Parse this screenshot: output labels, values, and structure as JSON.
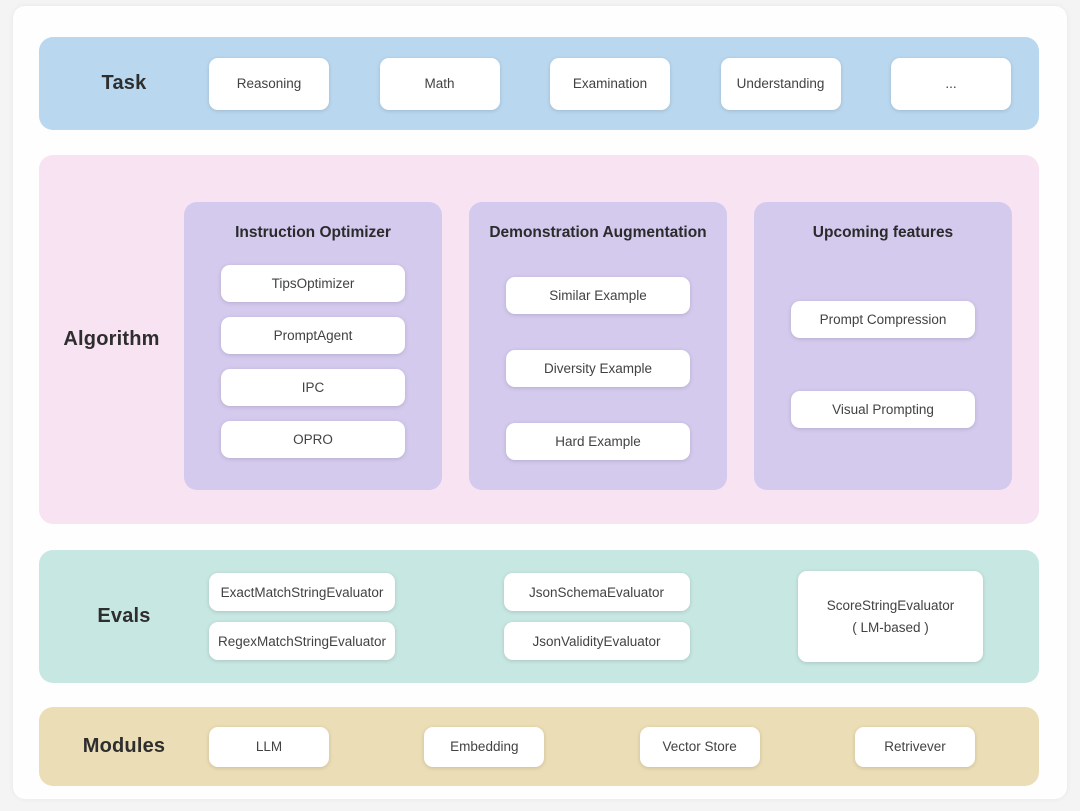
{
  "task": {
    "label": "Task",
    "items": [
      "Reasoning",
      "Math",
      "Examination",
      "Understanding",
      "..."
    ]
  },
  "algorithm": {
    "label": "Algorithm",
    "groups": [
      {
        "title": "Instruction Optimizer",
        "items": [
          "TipsOptimizer",
          "PromptAgent",
          "IPC",
          "OPRO"
        ]
      },
      {
        "title": "Demonstration Augmentation",
        "items": [
          "Similar Example",
          "Diversity Example",
          "Hard Example"
        ]
      },
      {
        "title": "Upcoming features",
        "items": [
          "Prompt Compression",
          "Visual Prompting"
        ]
      }
    ]
  },
  "evals": {
    "label": "Evals",
    "string_match_evaluators": [
      "ExactMatchStringEvaluator",
      "RegexMatchStringEvaluator"
    ],
    "json_evaluators": [
      "JsonSchemaEvaluator",
      "JsonValidityEvaluator"
    ],
    "score_evaluator": {
      "line1": "ScoreStringEvaluator",
      "line2": "( LM-based )"
    }
  },
  "modules": {
    "label": "Modules",
    "items": [
      "LLM",
      "Embedding",
      "Vector Store",
      "Retrivever"
    ]
  },
  "colors": {
    "task_band": "#B9D8F0",
    "algorithm_band": "#F8E3F3",
    "algorithm_group": "#D4CAEE",
    "evals_band": "#C7E7E2",
    "modules_band": "#EBDDB5",
    "chip": "#FFFFFF"
  }
}
